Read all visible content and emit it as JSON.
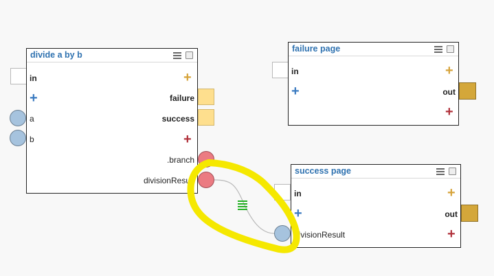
{
  "nodes": {
    "divide": {
      "title": "divide a by b",
      "in_label": "in",
      "failure_label": "failure",
      "success_label": "success",
      "a_label": "a",
      "b_label": "b",
      "branch_label": ".branch",
      "division_result_label": "divisionResult"
    },
    "failure_page": {
      "title": "failure page",
      "in_label": "in",
      "out_label": "out"
    },
    "success_page": {
      "title": "success page",
      "in_label": "in",
      "out_label": "out",
      "division_result_label": "divisionResult"
    }
  },
  "icons": {
    "add": "plus-icon",
    "menu": "hamburger-menu-icon",
    "select": "checkbox-icon",
    "connector": "connection-handle-icon"
  },
  "colors": {
    "title": "#2f72b0",
    "input_data_port": "#a6c3de",
    "output_data_port": "#eb7b82",
    "flow_out_port": "#fedf8e",
    "out_port": "#d4a73a",
    "annotation_highlight": "#f5e800",
    "connector_icon": "#22b022"
  }
}
